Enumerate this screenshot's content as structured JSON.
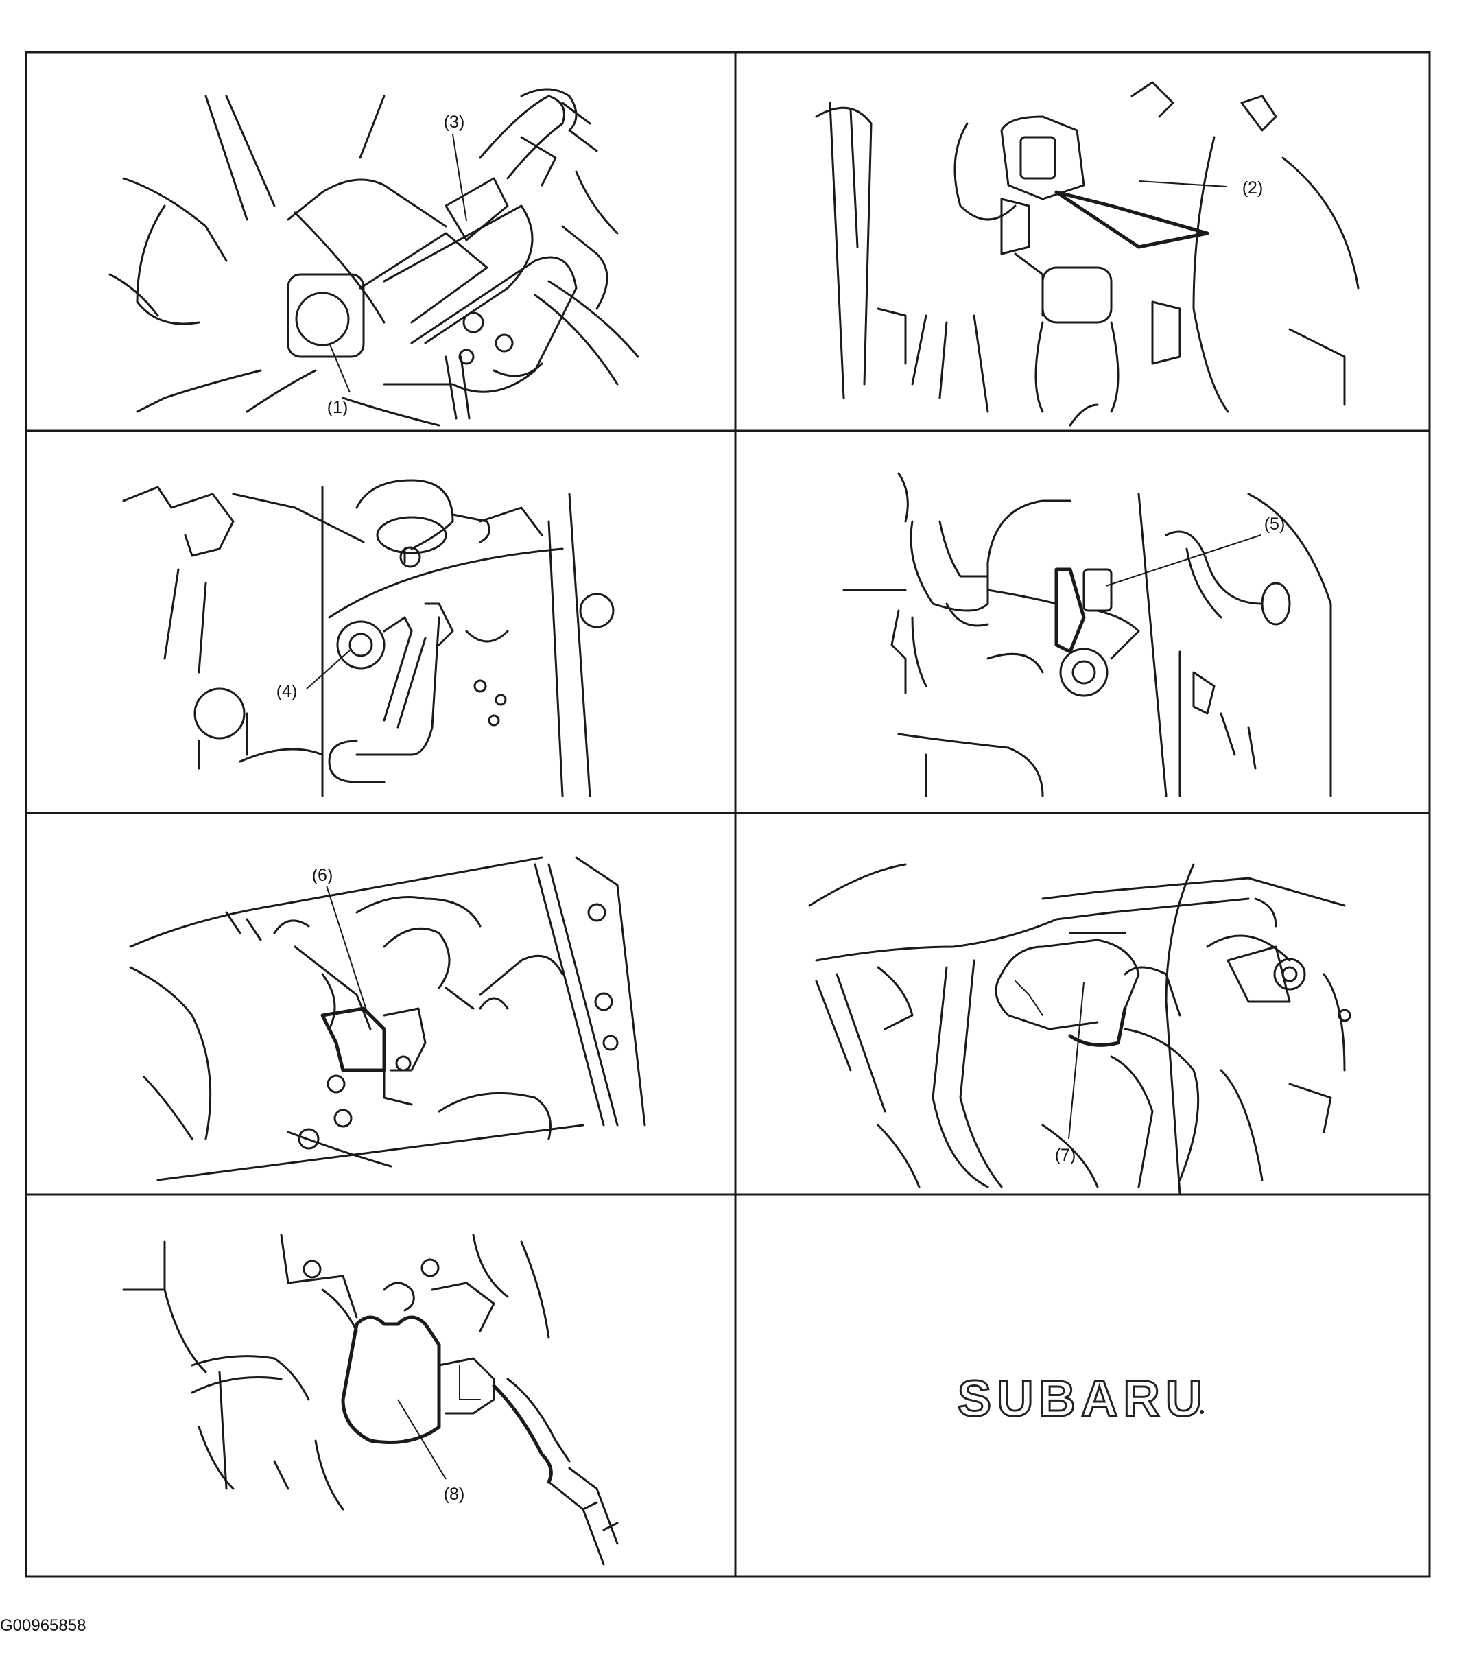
{
  "figure_id": "G00965858",
  "brand_logo": "SUBARU",
  "callouts": [
    "(1)",
    "(2)",
    "(3)",
    "(4)",
    "(5)",
    "(6)",
    "(7)",
    "(8)"
  ],
  "colors": {
    "line": "#1a1a1a",
    "background": "#ffffff"
  }
}
